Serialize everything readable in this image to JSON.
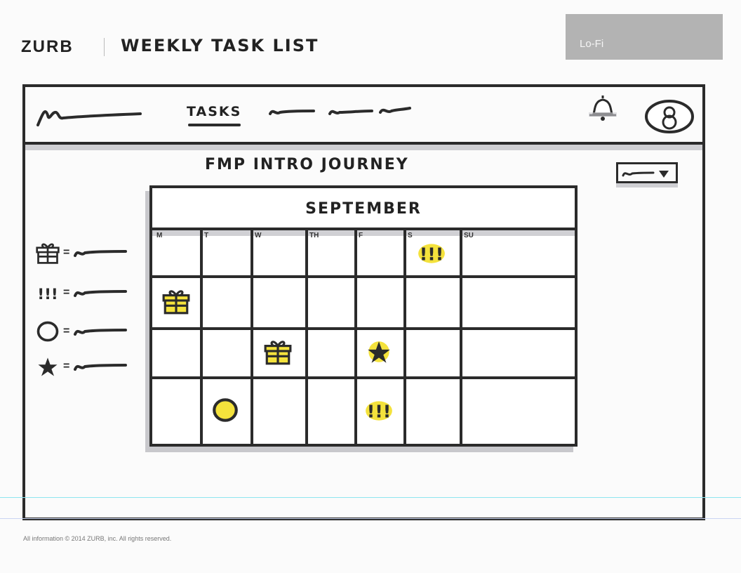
{
  "header": {
    "brand": "ZURB",
    "title": "WEEKLY TASK LIST",
    "badge": "Lo-Fi"
  },
  "nav": {
    "tasks_label": "TASKS",
    "bell_icon": "bell-icon",
    "avatar_icon": "avatar-icon"
  },
  "content": {
    "title": "FMP INTRO JOURNEY"
  },
  "legend": [
    {
      "icon": "gift-icon"
    },
    {
      "icon": "exclamation-icon",
      "symbol": "!!!"
    },
    {
      "icon": "circle-icon"
    },
    {
      "icon": "star-icon"
    }
  ],
  "calendar": {
    "month": "SEPTEMBER",
    "days": [
      "M",
      "T",
      "W",
      "TH",
      "F",
      "S",
      "SU"
    ],
    "events": [
      {
        "row": 0,
        "col": 5,
        "icon": "exclamation-icon",
        "symbol": "!!!"
      },
      {
        "row": 1,
        "col": 0,
        "icon": "gift-icon"
      },
      {
        "row": 2,
        "col": 2,
        "icon": "gift-icon"
      },
      {
        "row": 2,
        "col": 4,
        "icon": "star-icon"
      },
      {
        "row": 3,
        "col": 1,
        "icon": "circle-icon"
      },
      {
        "row": 3,
        "col": 4,
        "icon": "exclamation-icon",
        "symbol": "!!!"
      }
    ]
  },
  "footer": {
    "text": "All information © 2014 ZURB, inc.  All rights reserved."
  },
  "colors": {
    "ink": "#2b2b2b",
    "highlight": "#f4e23c",
    "shadow": "#d0d0d4",
    "badge_bg": "#b3b3b3"
  }
}
